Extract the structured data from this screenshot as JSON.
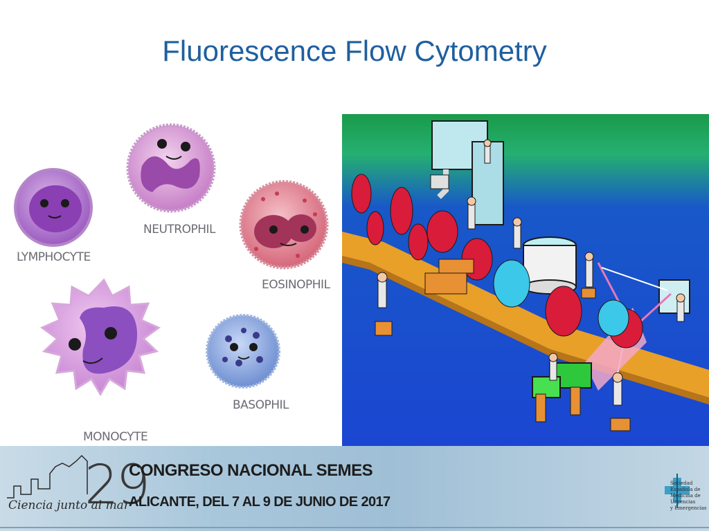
{
  "slide": {
    "title": "Fluorescence Flow Cytometry"
  },
  "cells": {
    "lymphocyte": "LYMPHOCYTE",
    "neutrophil": "NEUTROPHIL",
    "eosinophil": "EOSINOPHIL",
    "monocyte": "MONOCYTE",
    "basophil": "BASOPHIL"
  },
  "footer": {
    "number": "29",
    "title": "CONGRESO NACIONAL SEMES",
    "subtitle": "ALICANTE, DEL 7 AL 9 DE JUNIO DE 2017",
    "slogan": "Ciencia junto al mar",
    "org_line1": "Sociedad Española de",
    "org_line2": "Medicina de Urgencias",
    "org_line3": "y Emergencias"
  },
  "colors": {
    "title": "#1f5f9f",
    "scene_sky": "#1a9a4a",
    "scene_floor": "#1b46d2"
  }
}
